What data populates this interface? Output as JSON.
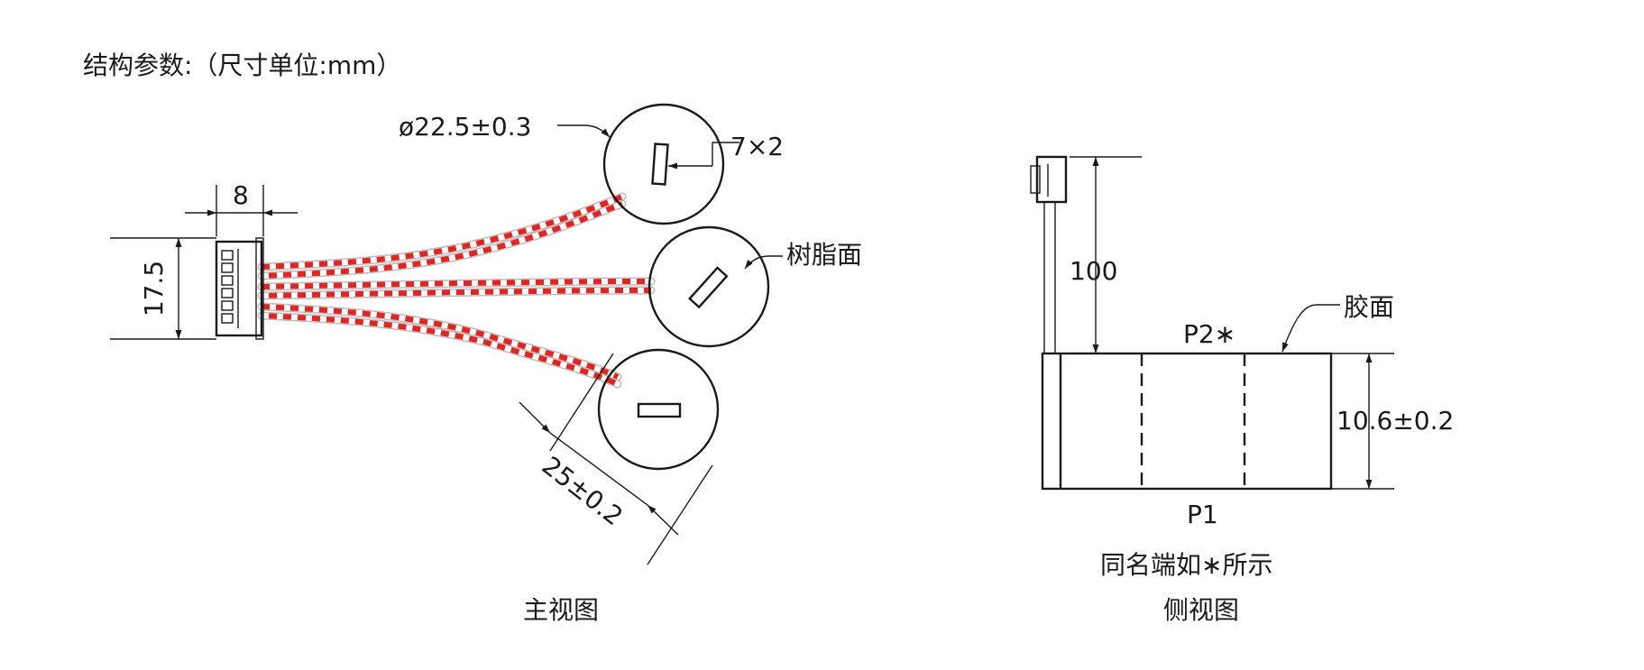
{
  "title": "结构参数:（尺寸单位:mm）",
  "front_view": {
    "caption": "主视图",
    "dim_diameter": "ø22.5±0.3",
    "dim_slot": "7×2",
    "dim_connector_width": "8",
    "dim_connector_height": "17.5",
    "label_resin": "树脂面",
    "dim_length": "25±0.2"
  },
  "side_view": {
    "caption": "侧视图",
    "note": "同名端如∗所示",
    "dim_lead": "100",
    "label_glue": "胶面",
    "label_p2": "P2∗",
    "label_p1": "P1",
    "dim_height": "10.6±0.2"
  },
  "colors": {
    "wire_red": "#e52421",
    "wire_white": "#ffffff",
    "line": "#1a1a1a"
  }
}
